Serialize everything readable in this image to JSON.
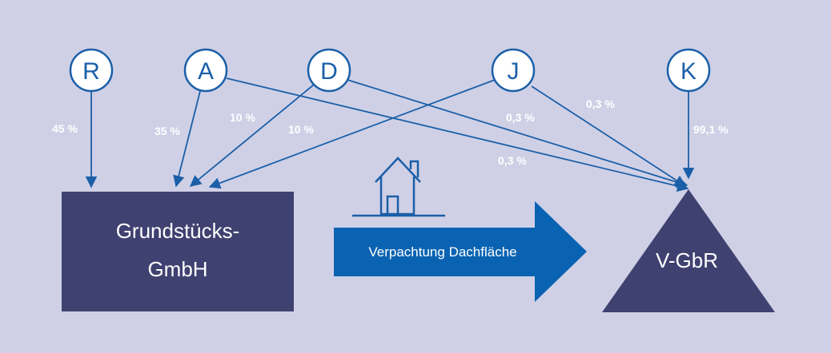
{
  "nodes": [
    {
      "id": "R",
      "label": "R"
    },
    {
      "id": "A",
      "label": "A"
    },
    {
      "id": "D",
      "label": "D"
    },
    {
      "id": "J",
      "label": "J"
    },
    {
      "id": "K",
      "label": "K"
    }
  ],
  "gmbh": {
    "line1": "Grundstücks-",
    "line2": "GmbH"
  },
  "gbr": {
    "label": "V-GbR"
  },
  "lease_arrow": {
    "label": "Verpachtung Dachfläche"
  },
  "percentages": {
    "r_gmbh": "45 %",
    "a_gmbh": "35 %",
    "d_gmbh": "10 %",
    "j_gmbh": "10 %",
    "a_gbr": "0,3 %",
    "d_gbr": "0,3 %",
    "j_gbr": "0,3 %",
    "k_gbr": "99,1 %"
  },
  "colors": {
    "background": "#cfd0e6",
    "navy": "#3f4170",
    "blue": "#1b5fa8",
    "arrow_blue": "#0a63b2"
  }
}
